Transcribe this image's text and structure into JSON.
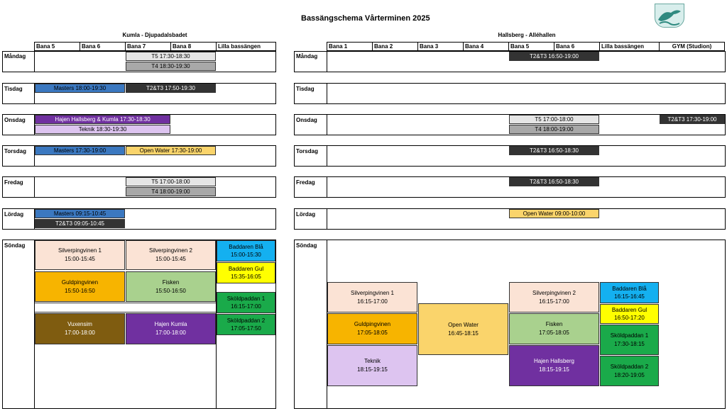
{
  "title": "Bassängschema Vårterminen 2025",
  "venues": {
    "kumla": "Kumla - Djupadalsbadet",
    "hallsberg": "Hallsberg - Alléhallen"
  },
  "kumla_lanes": [
    "Bana 5",
    "Bana 6",
    "Bana 7",
    "Bana 8",
    "Lilla bassängen"
  ],
  "hallsberg_lanes": [
    "Bana 1",
    "Bana 2",
    "Bana 3",
    "Bana 4",
    "Bana 5",
    "Bana 6",
    "Lilla bassängen",
    "GYM (Studion)"
  ],
  "days": [
    "Måndag",
    "Tisdag",
    "Onsdag",
    "Torsdag",
    "Fredag",
    "Lördag",
    "Söndag"
  ],
  "colors": {
    "blue": "#3b78c0",
    "dark": "#333333",
    "purple": "#7030a0",
    "lavender": "#ddc4f0",
    "yellow": "#fad46b",
    "lightgray": "#e5e5e5",
    "gray": "#a8a8a8",
    "peach": "#fbe3d5",
    "gold": "#f7b400",
    "green": "#a9d18e",
    "brown": "#7f5c10",
    "cyan": "#14b0f0",
    "brightyellow": "#ffff00",
    "brightgreen": "#1aaa4a"
  },
  "events": {
    "k_mon_1": "T5 17:30-18:30",
    "k_mon_2": "T4 18:30-19:30",
    "k_tue_1": "Masters 18:00-19:30",
    "k_tue_2": "T2&T3 17:50-19:30",
    "k_wed_1": "Hajen Hallsberg & Kumla 17:30-18:30",
    "k_wed_2": "Teknik 18:30-19:30",
    "k_thu_1": "Masters 17:30-19:00",
    "k_thu_2": "Open Water 17:30-19:00",
    "k_fri_1": "T5 17:00-18:00",
    "k_fri_2": "T4 18:00-19:00",
    "k_sat_1": "Masters 09:15-10:45",
    "k_sat_2": "T2&T3 09:05-10:45",
    "h_mon_1": "T2&T3 16:50-19:00",
    "h_wed_1": "T5 17:00-18:00",
    "h_wed_2": "T4 18:00-19:00",
    "h_wed_3": "T2&T3 17:30-19:00",
    "h_thu_1": "T2&T3 16:50-18:30",
    "h_fri_1": "T2&T3 16:50-18:30",
    "h_sat_1": "Open Water 09:00-10:00"
  },
  "sunday_kumla": [
    {
      "name": "Silverpingvinen 1",
      "time": "15:00-15:45"
    },
    {
      "name": "Silverpingvinen 2",
      "time": "15:00-15:45"
    },
    {
      "name": "Baddaren Blå",
      "time": "15:00-15:30"
    },
    {
      "name": "Baddaren Gul",
      "time": "15:35-16:05"
    },
    {
      "name": "Guldpingvinen",
      "time": "15:50-16:50"
    },
    {
      "name": "Fisken",
      "time": "15:50-16:50"
    },
    {
      "name": "Sköldpaddan 1",
      "time": "16:15-17:00"
    },
    {
      "name": "Sköldpaddan 2",
      "time": "17:05-17:50"
    },
    {
      "name": "Vuxensim",
      "time": "17:00-18:00"
    },
    {
      "name": "Hajen Kumla",
      "time": "17:00-18:00"
    }
  ],
  "sunday_hallsberg": [
    {
      "name": "Silverpingvinen 1",
      "time": "16:15-17:00"
    },
    {
      "name": "Guldpingvinen",
      "time": "17:05-18:05"
    },
    {
      "name": "Teknik",
      "time": "18:15-19:15"
    },
    {
      "name": "Open Water",
      "time": "16:45-18:15"
    },
    {
      "name": "Silverpingvinen 2",
      "time": "16:15-17:00"
    },
    {
      "name": "Fisken",
      "time": "17:05-18:05"
    },
    {
      "name": "Hajen Hallsberg",
      "time": "18:15-19:15"
    },
    {
      "name": "Baddaren Blå",
      "time": "16:15-16:45"
    },
    {
      "name": "Baddaren Gul",
      "time": "16:50-17:20"
    },
    {
      "name": "Sköldpaddan 1",
      "time": "17:30-18:15"
    },
    {
      "name": "Sköldpaddan 2",
      "time": "18:20-19:05"
    }
  ]
}
